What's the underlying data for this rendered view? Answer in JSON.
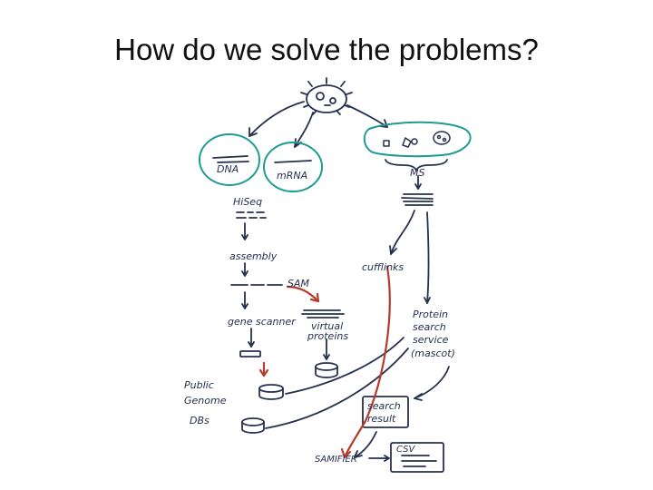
{
  "slide": {
    "title": "How do we solve the problems?"
  },
  "sketch": {
    "labels": {
      "dna": "DNA",
      "mrna": "mRNA",
      "ms": "MS",
      "hiseq": "HiSeq",
      "assembly": "assembly",
      "sam": "SAM",
      "cufflinks": "cufflinks",
      "gene_scanner": "gene scanner",
      "virtual_proteins_1": "virtual",
      "virtual_proteins_2": "proteins",
      "protein_search_1": "Protein",
      "protein_search_2": "search",
      "protein_search_3": "service",
      "protein_search_4": "(mascot)",
      "public_genome_1": "Public",
      "public_genome_2": "Genome",
      "public_genome_3": "DBs",
      "search_result_1": "search",
      "search_result_2": "result",
      "samifier": "SAMIFIER",
      "csv": "CSV"
    },
    "colors": {
      "ink": "#26314f",
      "teal": "#1e9c93",
      "red": "#b83a2c"
    }
  }
}
